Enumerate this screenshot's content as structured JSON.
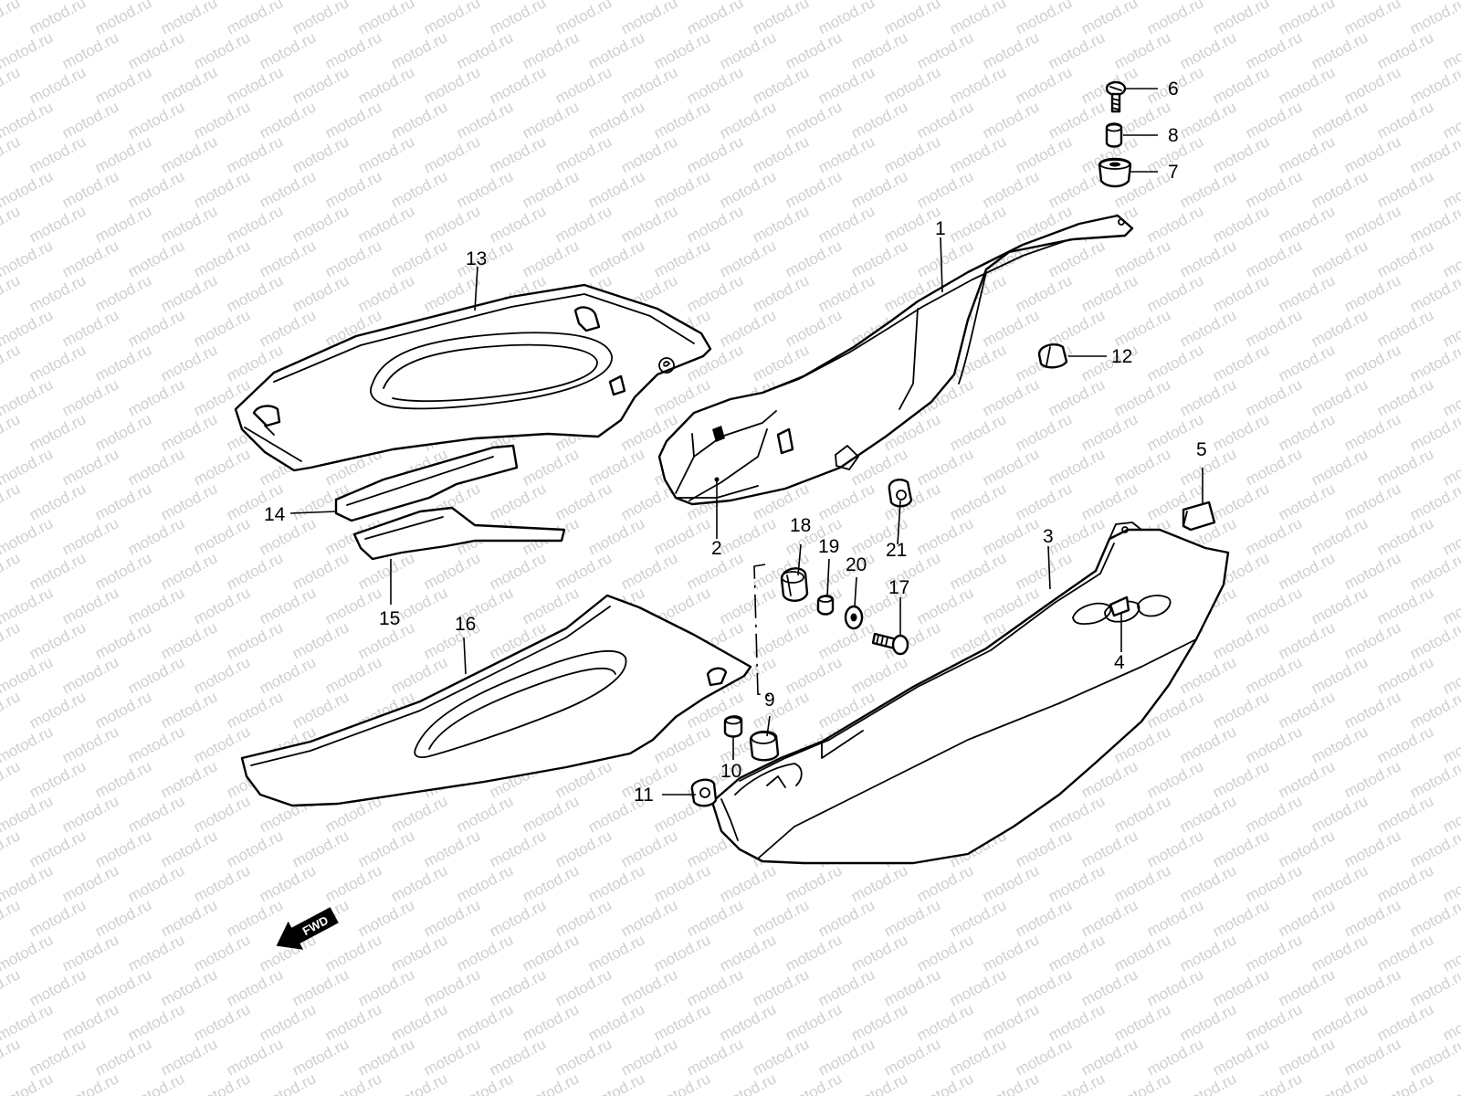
{
  "watermark": {
    "text": "motod.ru",
    "color": "#cfcfcf"
  },
  "direction_marker": {
    "label": "FWD",
    "icon": "forward-arrow-icon"
  },
  "callouts": [
    {
      "id": "1",
      "label": "1"
    },
    {
      "id": "2",
      "label": "2"
    },
    {
      "id": "3",
      "label": "3"
    },
    {
      "id": "4",
      "label": "4"
    },
    {
      "id": "5",
      "label": "5"
    },
    {
      "id": "6",
      "label": "6"
    },
    {
      "id": "7",
      "label": "7"
    },
    {
      "id": "8",
      "label": "8"
    },
    {
      "id": "9",
      "label": "9"
    },
    {
      "id": "10",
      "label": "10"
    },
    {
      "id": "11",
      "label": "11"
    },
    {
      "id": "12",
      "label": "12"
    },
    {
      "id": "13",
      "label": "13"
    },
    {
      "id": "14",
      "label": "14"
    },
    {
      "id": "15",
      "label": "15"
    },
    {
      "id": "16",
      "label": "16"
    },
    {
      "id": "17",
      "label": "17"
    },
    {
      "id": "18",
      "label": "18"
    },
    {
      "id": "19",
      "label": "19"
    },
    {
      "id": "20",
      "label": "20"
    },
    {
      "id": "21",
      "label": "21"
    }
  ]
}
